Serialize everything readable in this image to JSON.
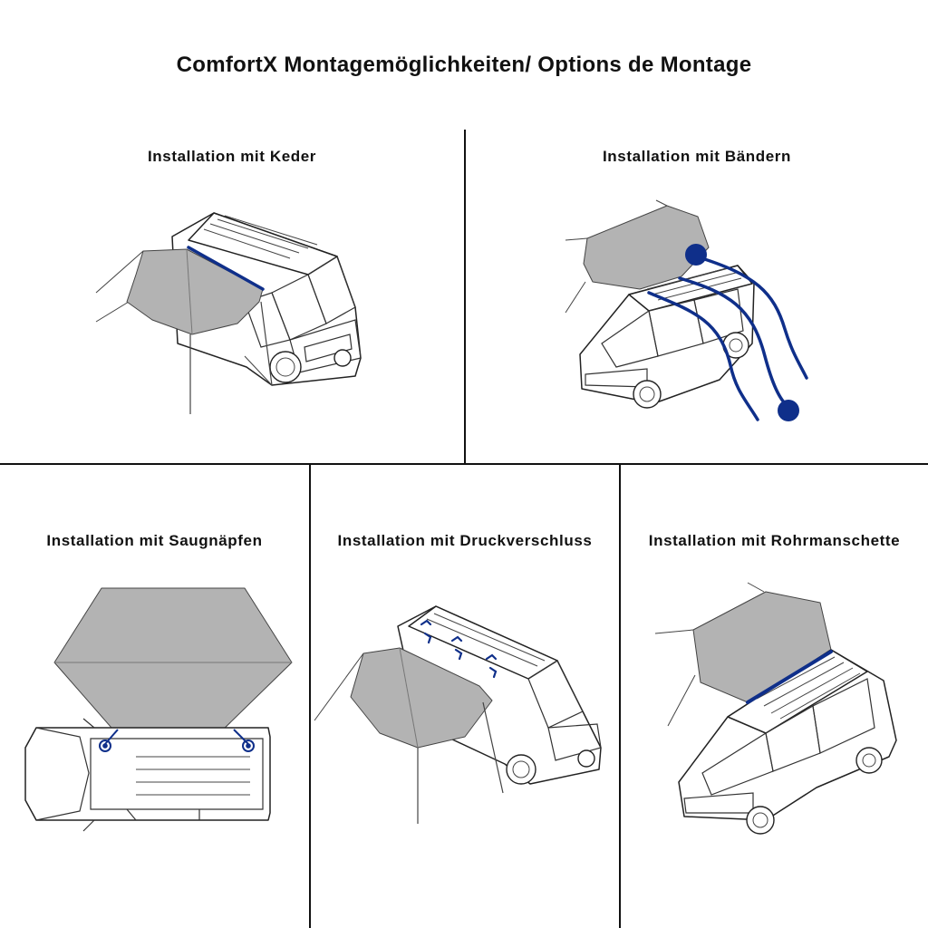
{
  "title": "ComfortX Montagemöglichkeiten/ Options de Montage",
  "colors": {
    "accent": "#0f2f8a",
    "tarp": "#b3b3b3",
    "line": "#111111",
    "background": "#ffffff"
  },
  "panels": [
    {
      "id": "keder",
      "title": "Installation mit Keder"
    },
    {
      "id": "baendern",
      "title": "Installation mit Bändern"
    },
    {
      "id": "saugnaepfen",
      "title": "Installation mit Saugnäpfen"
    },
    {
      "id": "druckverschluss",
      "title": "Installation mit Druckverschluss"
    },
    {
      "id": "rohrmanschette",
      "title": "Installation mit Rohrmanschette"
    }
  ]
}
